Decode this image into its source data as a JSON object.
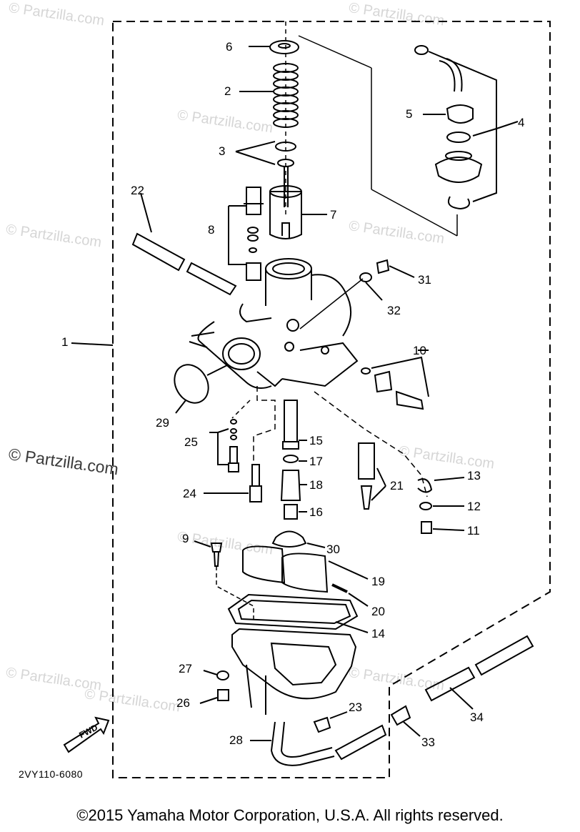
{
  "watermarks": [
    "© Partzilla.com",
    "© Partzilla.com",
    "© Partzilla.com",
    "© Partzilla.com",
    "© Partzilla.com",
    "© Partzilla.com",
    "© Partzilla.com",
    "© Partzilla.com",
    "© Partzilla.com",
    "© Partzilla.com"
  ],
  "main_watermark": "© Partzilla.com",
  "callouts": {
    "c1": "1",
    "c2": "2",
    "c3": "3",
    "c4": "4",
    "c5": "5",
    "c6": "6",
    "c7": "7",
    "c8": "8",
    "c9": "9",
    "c10": "10",
    "c11": "11",
    "c12": "12",
    "c13": "13",
    "c14": "14",
    "c15": "15",
    "c16": "16",
    "c17": "17",
    "c18": "18",
    "c19": "19",
    "c20": "20",
    "c21": "21",
    "c22": "22",
    "c23": "23",
    "c24": "24",
    "c25": "25",
    "c26": "26",
    "c27": "27",
    "c28": "28",
    "c29": "29",
    "c30": "30",
    "c31": "31",
    "c32": "32",
    "c33": "33",
    "c34": "34"
  },
  "fwd_label": "FWD",
  "diagram_code": "2VY110-6080",
  "copyright": "©2015 Yamaha Motor Corporation, U.S.A. All rights reserved."
}
